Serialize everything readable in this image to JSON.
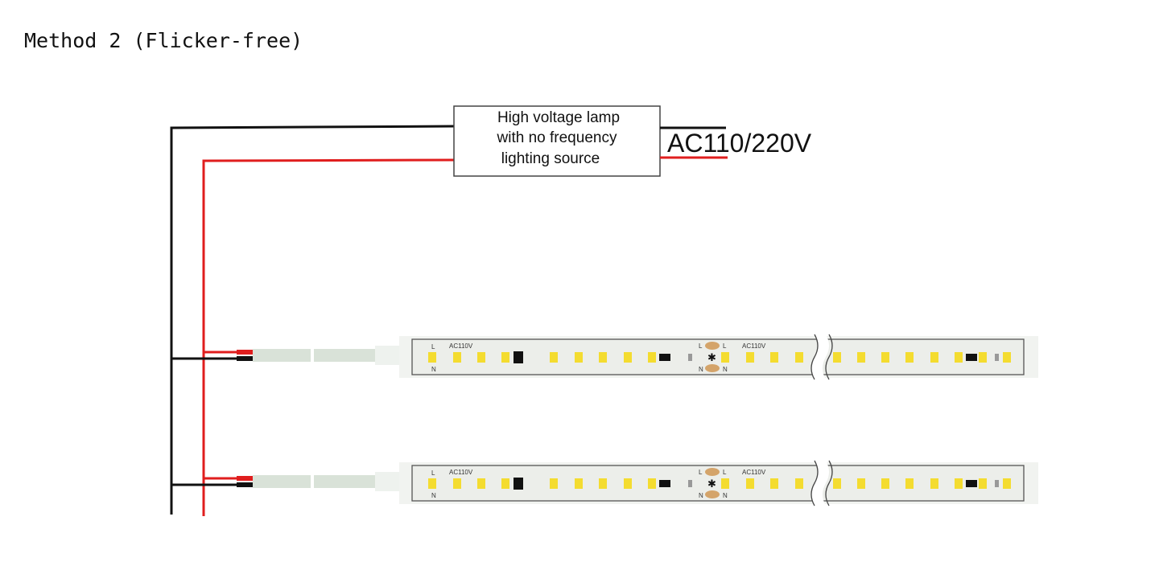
{
  "page": {
    "title": "Method 2 (Flicker-free)"
  },
  "source_box": {
    "lines": [
      "High voltage lamp",
      "with no frequency",
      "lighting source"
    ]
  },
  "input": {
    "label": "AC110/220V"
  },
  "strip": {
    "voltage_label": "AC110V",
    "l_label": "L",
    "n_label": "N",
    "cut_symbol": "✱"
  },
  "colors": {
    "live_wire": "#e01e1e",
    "neutral_wire": "#111111",
    "strip_body": "#eceeea",
    "strip_edge": "#555555",
    "led_chip": "#f4dc30",
    "cable_jacket": "#d9e2d8",
    "pad": "#d4a46a"
  }
}
